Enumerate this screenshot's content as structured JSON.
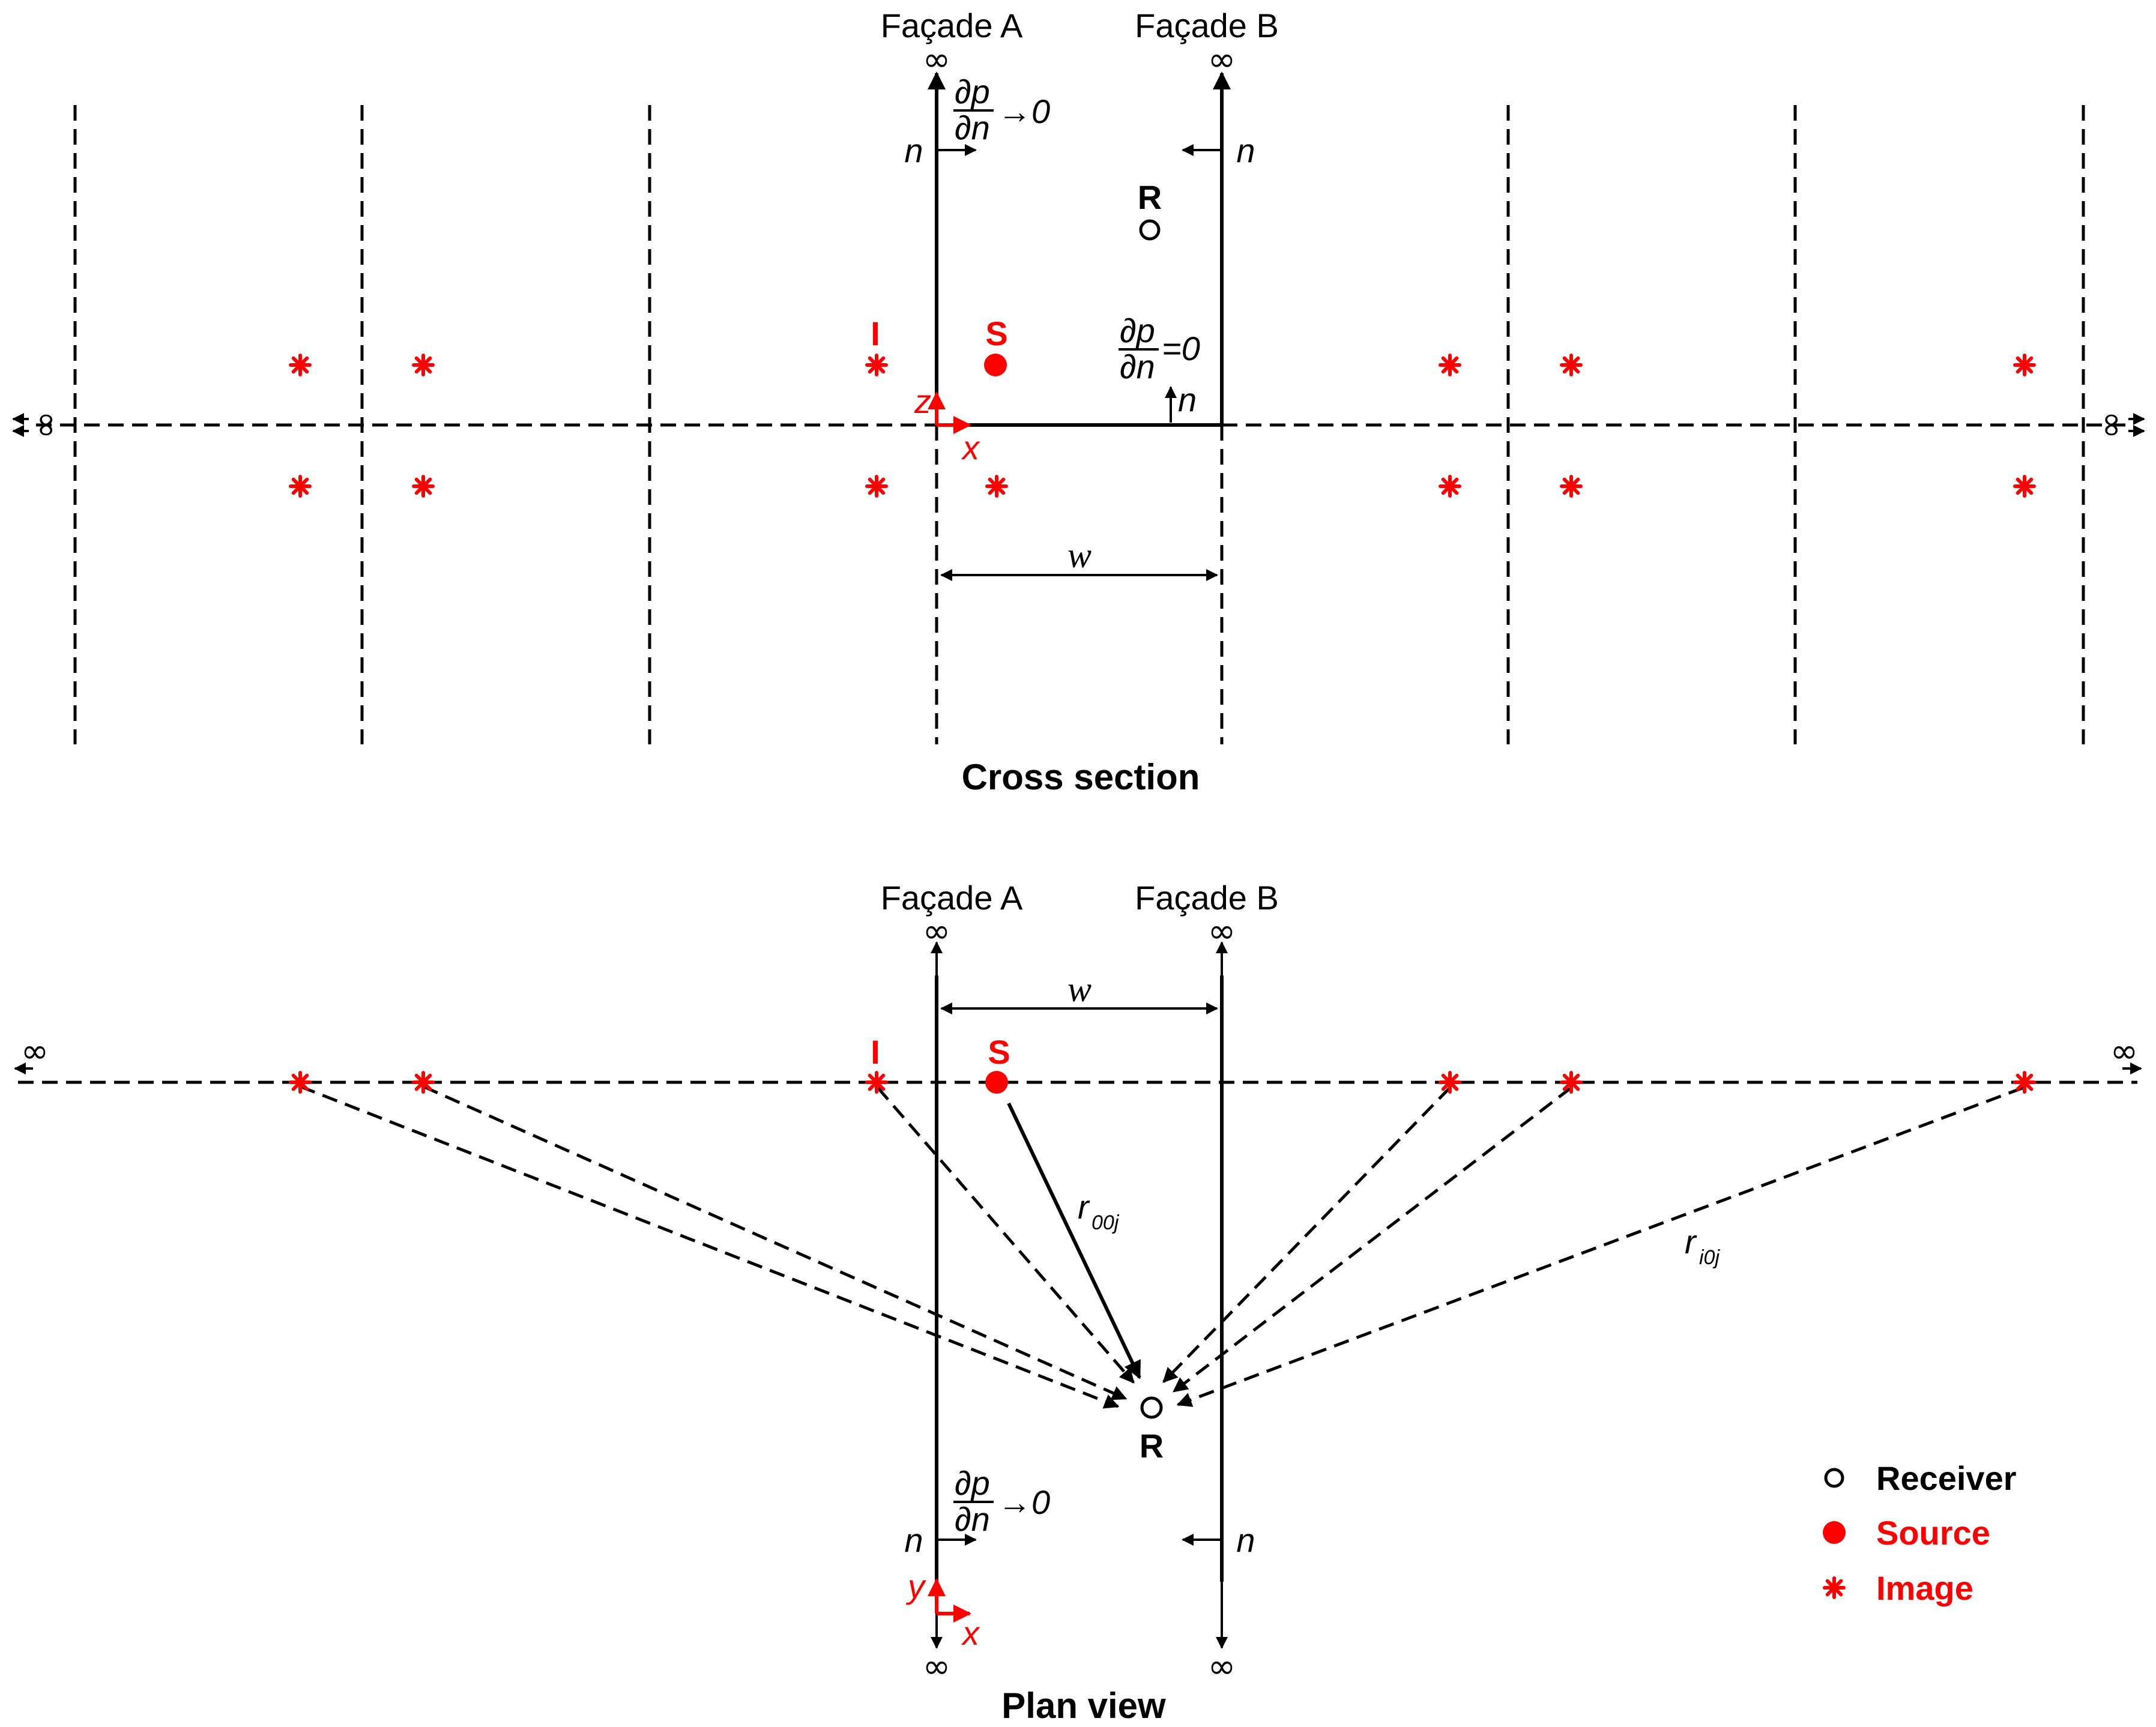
{
  "labels": {
    "facade_a": "Façade A",
    "facade_b": "Façade B",
    "infinity": "∞",
    "normal": "n",
    "dp": "∂p",
    "dn": "∂n",
    "tends_to_zero": "→0",
    "equals_zero": "=0",
    "width": "w",
    "receiver_letter": "R",
    "source_letter": "S",
    "image_letter": "I",
    "axis_x": "x",
    "axis_y": "y",
    "axis_z": "z",
    "r00j_main": "r",
    "r00j_sub": "00j",
    "ri0j_main": "r",
    "ri0j_sub": "i0j"
  },
  "titles": {
    "cross_section": "Cross section",
    "plan_view": "Plan view"
  },
  "legend": [
    {
      "icon": "receiver-open-circle",
      "label": "Receiver",
      "color": "#000000"
    },
    {
      "icon": "source-filled-circle",
      "label": "Source",
      "color": "#ff0000"
    },
    {
      "icon": "image-asterisk",
      "label": "Image",
      "color": "#ff0000"
    }
  ],
  "colors": {
    "accent": "#ff0000",
    "ink": "#000000"
  }
}
